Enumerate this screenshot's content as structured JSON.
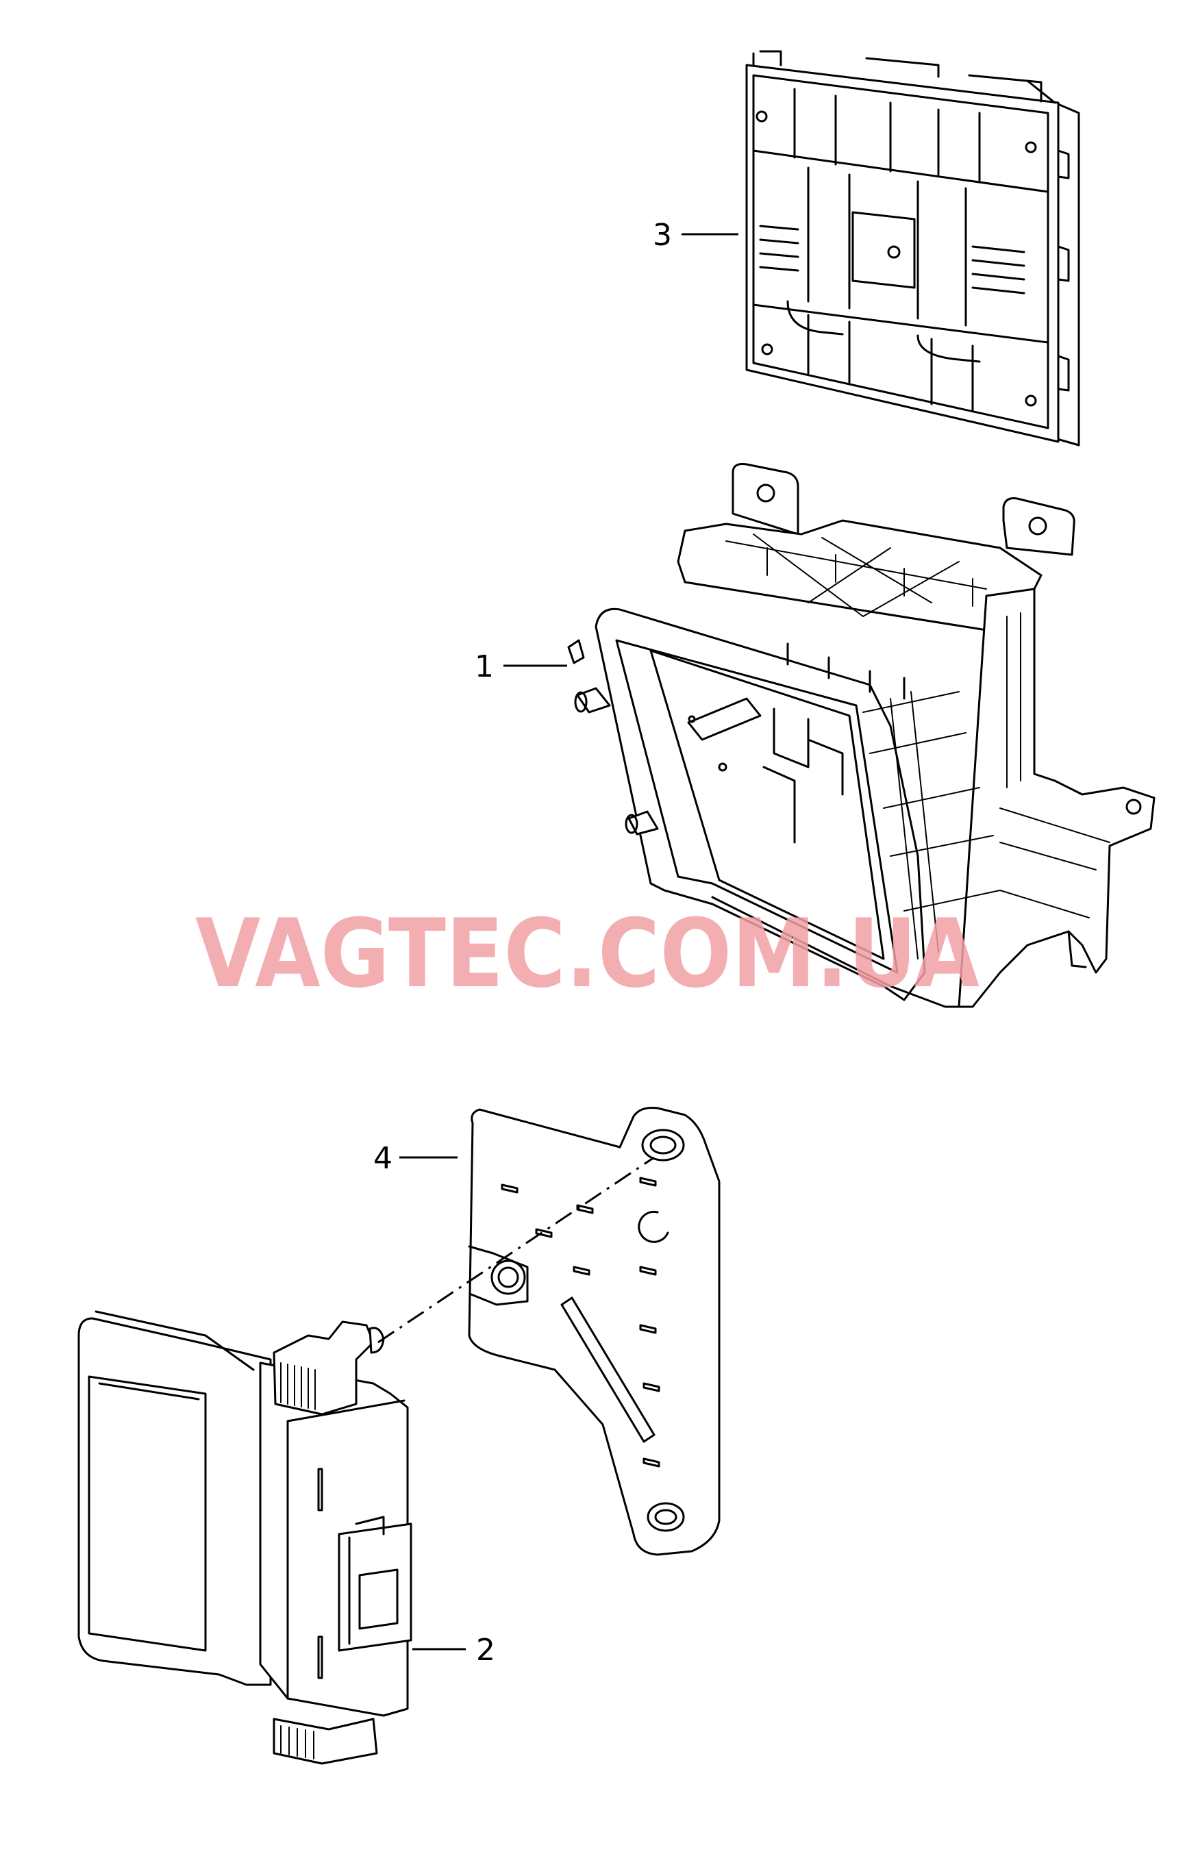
{
  "watermark": "VAGTEC.COM.UA",
  "callouts": [
    {
      "id": "1",
      "label": "1"
    },
    {
      "id": "2",
      "label": "2"
    },
    {
      "id": "3",
      "label": "3"
    },
    {
      "id": "4",
      "label": "4"
    }
  ],
  "colors": {
    "line": "#000000",
    "background": "#ffffff",
    "watermark": "#f2a0a4"
  }
}
